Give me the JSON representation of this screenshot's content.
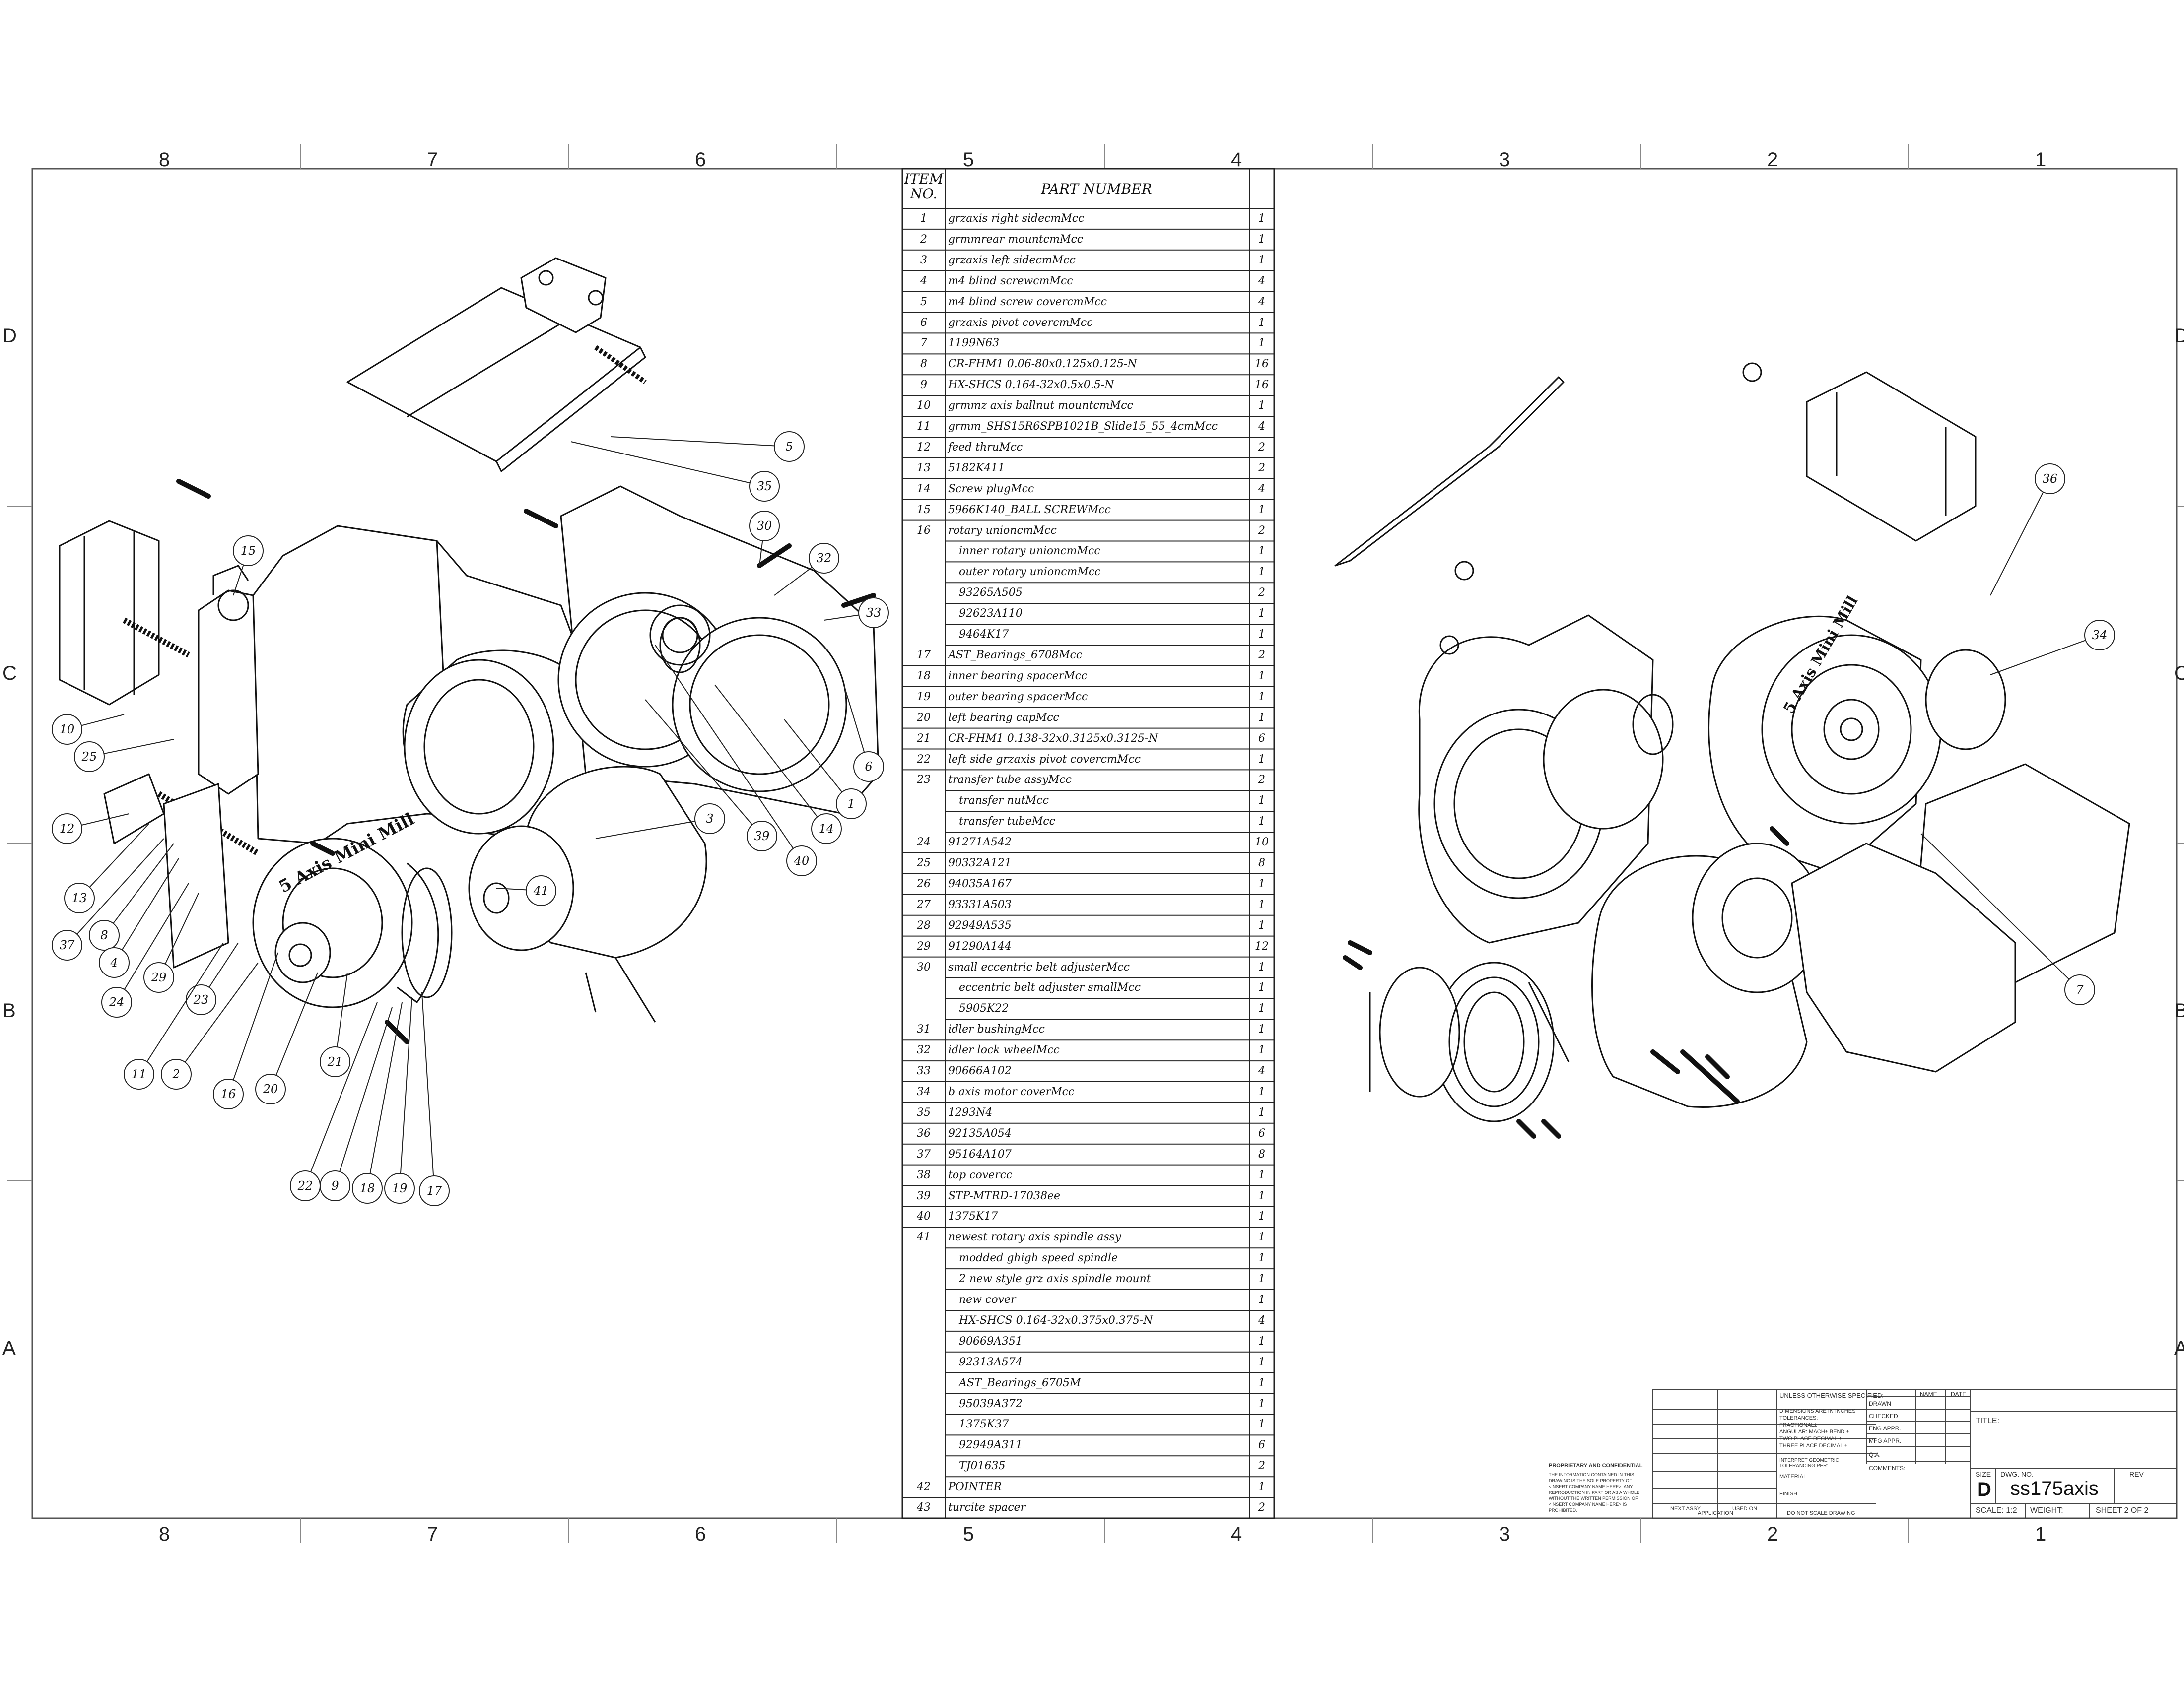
{
  "zones": {
    "columns": [
      "8",
      "7",
      "6",
      "5",
      "4",
      "3",
      "2",
      "1"
    ],
    "rows": [
      "D",
      "C",
      "B",
      "A"
    ]
  },
  "bom": {
    "header_item": "ITEM\nNO.",
    "header_item_top": "ITEM",
    "header_item_bottom": "NO.",
    "header_part": "PART NUMBER",
    "rows": [
      {
        "no": "1",
        "pn": "grzaxis right sidecmMcc",
        "qty": "1"
      },
      {
        "no": "2",
        "pn": "grmmrear mountcmMcc",
        "qty": "1"
      },
      {
        "no": "3",
        "pn": "grzaxis left sidecmMcc",
        "qty": "1"
      },
      {
        "no": "4",
        "pn": "m4 blind screwcmMcc",
        "qty": "4"
      },
      {
        "no": "5",
        "pn": "m4 blind screw covercmMcc",
        "qty": "4"
      },
      {
        "no": "6",
        "pn": "grzaxis pivot covercmMcc",
        "qty": "1"
      },
      {
        "no": "7",
        "pn": "1199N63",
        "qty": "1"
      },
      {
        "no": "8",
        "pn": "CR-FHM1 0.06-80x0.125x0.125-N",
        "qty": "16"
      },
      {
        "no": "9",
        "pn": "HX-SHCS 0.164-32x0.5x0.5-N",
        "qty": "16"
      },
      {
        "no": "10",
        "pn": "grmmz axis ballnut mountcmMcc",
        "qty": "1"
      },
      {
        "no": "11",
        "pn": "grmm_SHS15R6SPB1021B_Slide15_55_4cmMcc",
        "qty": "4"
      },
      {
        "no": "12",
        "pn": "feed thruMcc",
        "qty": "2"
      },
      {
        "no": "13",
        "pn": "5182K411",
        "qty": "2"
      },
      {
        "no": "14",
        "pn": "Screw plugMcc",
        "qty": "4"
      },
      {
        "no": "15",
        "pn": "5966K140_BALL SCREWMcc",
        "qty": "1"
      },
      {
        "no": "16",
        "pn": "rotary unioncmMcc",
        "qty": "2"
      },
      {
        "no": "",
        "pn": "inner rotary unioncmMcc",
        "qty": "1",
        "sub": true
      },
      {
        "no": "",
        "pn": "outer rotary unioncmMcc",
        "qty": "1",
        "sub": true
      },
      {
        "no": "",
        "pn": "93265A505",
        "qty": "2",
        "sub": true
      },
      {
        "no": "",
        "pn": "92623A110",
        "qty": "1",
        "sub": true
      },
      {
        "no": "",
        "pn": "9464K17",
        "qty": "1",
        "sub": true
      },
      {
        "no": "17",
        "pn": "AST_Bearings_6708Mcc",
        "qty": "2"
      },
      {
        "no": "18",
        "pn": "inner bearing spacerMcc",
        "qty": "1"
      },
      {
        "no": "19",
        "pn": "outer bearing spacerMcc",
        "qty": "1"
      },
      {
        "no": "20",
        "pn": "left bearing capMcc",
        "qty": "1"
      },
      {
        "no": "21",
        "pn": "CR-FHM1 0.138-32x0.3125x0.3125-N",
        "qty": "6"
      },
      {
        "no": "22",
        "pn": "left side grzaxis pivot covercmMcc",
        "qty": "1"
      },
      {
        "no": "23",
        "pn": "transfer tube assyMcc",
        "qty": "2"
      },
      {
        "no": "",
        "pn": "transfer nutMcc",
        "qty": "1",
        "sub": true
      },
      {
        "no": "",
        "pn": "transfer tubeMcc",
        "qty": "1",
        "sub": true
      },
      {
        "no": "24",
        "pn": "91271A542",
        "qty": "10"
      },
      {
        "no": "25",
        "pn": "90332A121",
        "qty": "8"
      },
      {
        "no": "26",
        "pn": "94035A167",
        "qty": "1"
      },
      {
        "no": "27",
        "pn": "93331A503",
        "qty": "1"
      },
      {
        "no": "28",
        "pn": "92949A535",
        "qty": "1"
      },
      {
        "no": "29",
        "pn": "91290A144",
        "qty": "12"
      },
      {
        "no": "30",
        "pn": "small eccentric belt adjusterMcc",
        "qty": "1"
      },
      {
        "no": "",
        "pn": "eccentric belt adjuster smallMcc",
        "qty": "1",
        "sub": true
      },
      {
        "no": "",
        "pn": "5905K22",
        "qty": "1",
        "sub": true
      },
      {
        "no": "31",
        "pn": "idler bushingMcc",
        "qty": "1"
      },
      {
        "no": "32",
        "pn": "idler lock wheelMcc",
        "qty": "1"
      },
      {
        "no": "33",
        "pn": "90666A102",
        "qty": "4"
      },
      {
        "no": "34",
        "pn": "b axis motor coverMcc",
        "qty": "1"
      },
      {
        "no": "35",
        "pn": "1293N4",
        "qty": "1"
      },
      {
        "no": "36",
        "pn": "92135A054",
        "qty": "6"
      },
      {
        "no": "37",
        "pn": "95164A107",
        "qty": "8"
      },
      {
        "no": "38",
        "pn": "top covercc",
        "qty": "1"
      },
      {
        "no": "39",
        "pn": "STP-MTRD-17038ee",
        "qty": "1"
      },
      {
        "no": "40",
        "pn": "1375K17",
        "qty": "1"
      },
      {
        "no": "41",
        "pn": "newest rotary axis spindle assy",
        "qty": "1"
      },
      {
        "no": "",
        "pn": "modded ghigh speed spindle",
        "qty": "1",
        "sub": true
      },
      {
        "no": "",
        "pn": "2 new style grz axis spindle mount",
        "qty": "1",
        "sub": true
      },
      {
        "no": "",
        "pn": "new cover",
        "qty": "1",
        "sub": true
      },
      {
        "no": "",
        "pn": "HX-SHCS 0.164-32x0.375x0.375-N",
        "qty": "4",
        "sub": true
      },
      {
        "no": "",
        "pn": "90669A351",
        "qty": "1",
        "sub": true
      },
      {
        "no": "",
        "pn": "92313A574",
        "qty": "1",
        "sub": true
      },
      {
        "no": "",
        "pn": "AST_Bearings_6705M",
        "qty": "1",
        "sub": true
      },
      {
        "no": "",
        "pn": "95039A372",
        "qty": "1",
        "sub": true
      },
      {
        "no": "",
        "pn": "1375K37",
        "qty": "1",
        "sub": true
      },
      {
        "no": "",
        "pn": "92949A311",
        "qty": "6",
        "sub": true
      },
      {
        "no": "",
        "pn": "TJ01635",
        "qty": "2",
        "sub": true
      },
      {
        "no": "42",
        "pn": "POINTER",
        "qty": "1"
      },
      {
        "no": "43",
        "pn": "turcite spacer",
        "qty": "2"
      }
    ]
  },
  "callouts_left": [
    "5",
    "35",
    "30",
    "32",
    "33",
    "15",
    "10",
    "25",
    "6",
    "1",
    "14",
    "40",
    "39",
    "3",
    "41",
    "12",
    "13",
    "37",
    "8",
    "4",
    "24",
    "29",
    "23",
    "11",
    "2",
    "16",
    "20",
    "21",
    "22",
    "9",
    "18",
    "19",
    "17"
  ],
  "callouts_right": [
    "36",
    "34",
    "7"
  ],
  "logo_text": "5 Axis Mini Mill",
  "title_block": {
    "unless": "UNLESS OTHERWISE SPECIFIED:",
    "name": "NAME",
    "date": "DATE",
    "drawn": "DRAWN",
    "checked": "CHECKED",
    "eng_appr": "ENG APPR.",
    "mfg_appr": "MFG APPR.",
    "qa": "Q.A.",
    "comments": "COMMENTS:",
    "dims": "DIMENSIONS ARE IN INCHES",
    "tolerances": "TOLERANCES:",
    "fractional": "FRACTIONAL±",
    "angular": "ANGULAR: MACH±   BEND ±",
    "two_place": "TWO PLACE DECIMAL   ±",
    "three_place": "THREE PLACE DECIMAL  ±",
    "interpret": "INTERPRET GEOMETRIC TOLERANCING PER:",
    "material": "MATERIAL",
    "finish": "FINISH",
    "next_assy": "NEXT ASSY",
    "used_on": "USED ON",
    "application": "APPLICATION",
    "do_not_scale": "DO NOT SCALE DRAWING",
    "proprietary": "PROPRIETARY AND CONFIDENTIAL",
    "prop_text": "THE INFORMATION CONTAINED IN THIS DRAWING IS THE SOLE PROPERTY OF <INSERT COMPANY NAME HERE>. ANY REPRODUCTION IN PART OR AS A WHOLE WITHOUT THE WRITTEN PERMISSION OF <INSERT COMPANY NAME HERE> IS PROHIBITED.",
    "title_label": "TITLE:",
    "size_label": "SIZE",
    "size": "D",
    "dwg_no_label": "DWG. NO.",
    "dwg_no": "ss175axis",
    "rev": "REV",
    "scale": "SCALE: 1:2",
    "weight": "WEIGHT:",
    "sheet": "SHEET 2 OF 2"
  }
}
